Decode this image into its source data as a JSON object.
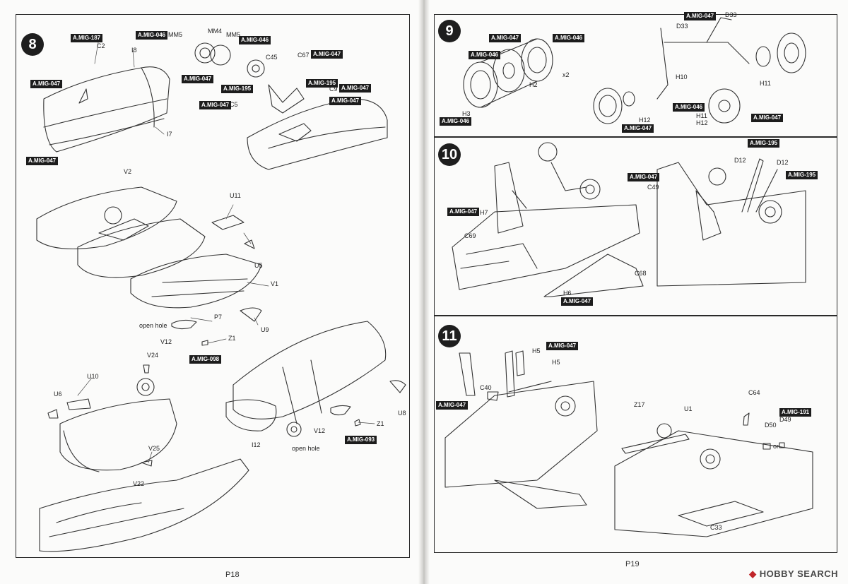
{
  "pages": {
    "left_number": "P18",
    "right_number": "P19"
  },
  "watermark": {
    "brand": "HOBBY SEARCH",
    "icon": "hobby-search-logo-icon"
  },
  "steps": [
    {
      "number": "8",
      "tags": [
        "A.MIG-187",
        "A.MIG-046",
        "A.MIG-046",
        "A.MIG-047",
        "A.MIG-047",
        "A.MIG-047",
        "A.MIG-195",
        "A.MIG-047",
        "A.MIG-195",
        "A.MIG-047",
        "A.MIG-047",
        "A.MIG-047",
        "A.MIG-098",
        "A.MIG-093"
      ],
      "labels": [
        "C2",
        "I8",
        "MM5",
        "MM4",
        "MM5",
        "C45",
        "C67",
        "C9",
        "C5",
        "I7",
        "V2",
        "U11",
        "U5",
        "V1",
        "P7",
        "U9",
        "open hole",
        "V12",
        "Z1",
        "V24",
        "U10",
        "U6",
        "U8",
        "V25",
        "V22",
        "I12",
        "open hole",
        "V12",
        "Z1"
      ]
    },
    {
      "number": "9",
      "tags": [
        "A.MIG-047",
        "A.MIG-046",
        "A.MIG-046",
        "A.MIG-046",
        "A.MIG-047",
        "A.MIG-047",
        "A.MIG-046",
        "A.MIG-047"
      ],
      "labels": [
        "H2",
        "H3",
        "x2",
        "D33",
        "D33",
        "H10",
        "H11",
        "H12",
        "H11",
        "H12"
      ]
    },
    {
      "number": "10",
      "tags": [
        "A.MIG-047",
        "A.MIG-047",
        "A.MIG-195",
        "A.MIG-195",
        "A.MIG-047"
      ],
      "labels": [
        "H7",
        "C69",
        "C68",
        "H6",
        "D12",
        "D12",
        "C49"
      ]
    },
    {
      "number": "11",
      "tags": [
        "A.MIG-047",
        "A.MIG-047",
        "A.MIG-191"
      ],
      "labels": [
        "H5",
        "H5",
        "C40",
        "Z17",
        "U1",
        "C64",
        "D50",
        "D49",
        "C33",
        "or"
      ]
    }
  ]
}
